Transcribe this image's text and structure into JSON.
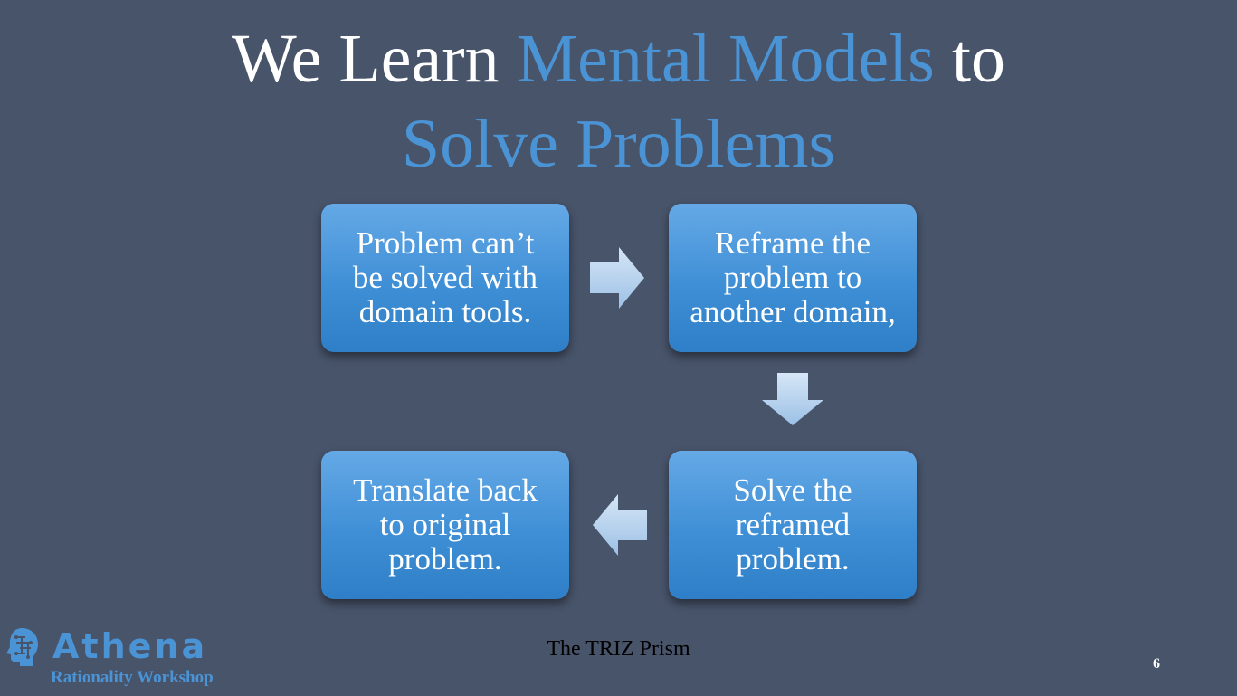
{
  "slide": {
    "title_line1_white1": "We Learn ",
    "title_line1_accent": "Mental Models",
    "title_line1_white2": " to",
    "title_line2_accent": "Solve Problems",
    "footer_caption": "The TRIZ Prism",
    "page_number": "6"
  },
  "steps": [
    {
      "lines": [
        "Problem can’t",
        "be solved with",
        "domain tools."
      ]
    },
    {
      "lines": [
        "Reframe the",
        "problem to",
        "another domain,"
      ]
    },
    {
      "lines": [
        "Solve the",
        "reframed",
        "problem."
      ]
    },
    {
      "lines": [
        "Translate back",
        "to original",
        "problem."
      ]
    }
  ],
  "arrows": [
    {
      "icon": "arrow-right-icon"
    },
    {
      "icon": "arrow-down-icon"
    },
    {
      "icon": "arrow-left-icon"
    }
  ],
  "logo": {
    "icon": "head-brain-icon",
    "name": "Athena",
    "subtitle": "Rationality Workshop"
  },
  "colors": {
    "background": "#48546a",
    "accent": "#4a94d6",
    "box_top": "#65a9e6",
    "box_bottom": "#2f7fc8"
  }
}
